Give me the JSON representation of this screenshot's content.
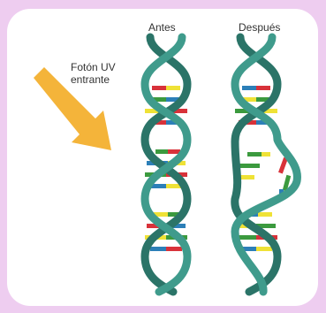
{
  "labels": {
    "before": "Antes",
    "after": "Después",
    "incoming_photon_line1": "Fotón UV",
    "incoming_photon_line2": "entrante"
  },
  "colors": {
    "background": "#eecdf0",
    "card": "#ffffff",
    "backbone": "#3f9b8c",
    "backbone_dark": "#2b7468",
    "arrow": "#f4b43a",
    "base_red": "#d8323a",
    "base_yellow": "#efe236",
    "base_green": "#3b9a3e",
    "base_blue": "#2c7fb8"
  },
  "icons": {
    "photon_arrow": "photon-arrow-icon",
    "dna_before": "dna-helix-before-icon",
    "dna_after": "dna-helix-damaged-icon"
  }
}
